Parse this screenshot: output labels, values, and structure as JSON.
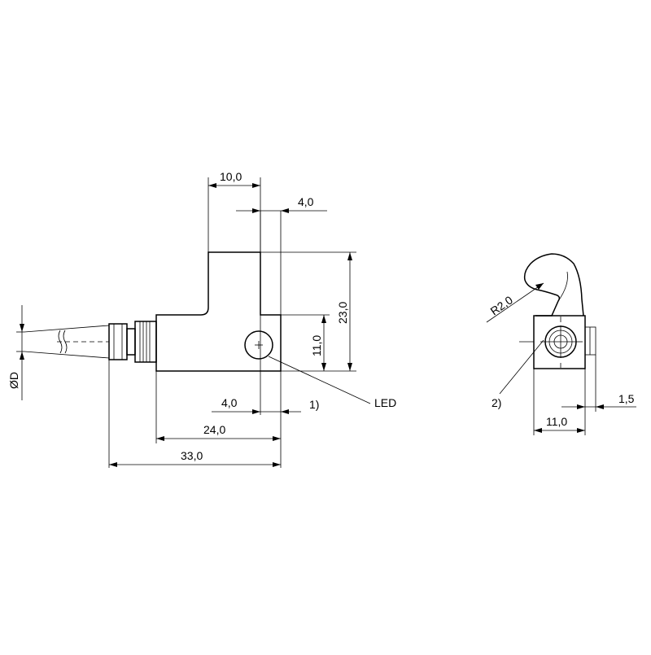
{
  "dimensions": {
    "top_width": "10,0",
    "led_offset_top": "4,0",
    "total_height": "23,0",
    "body_height": "11,0",
    "led_offset_bottom": "4,0",
    "body_length": "24,0",
    "total_length": "33,0",
    "cable_diameter": "ØD",
    "radius": "R2,0",
    "side_offset": "1,5",
    "side_width": "11,0"
  },
  "labels": {
    "led": "LED",
    "note1": "1)",
    "note2": "2)"
  }
}
